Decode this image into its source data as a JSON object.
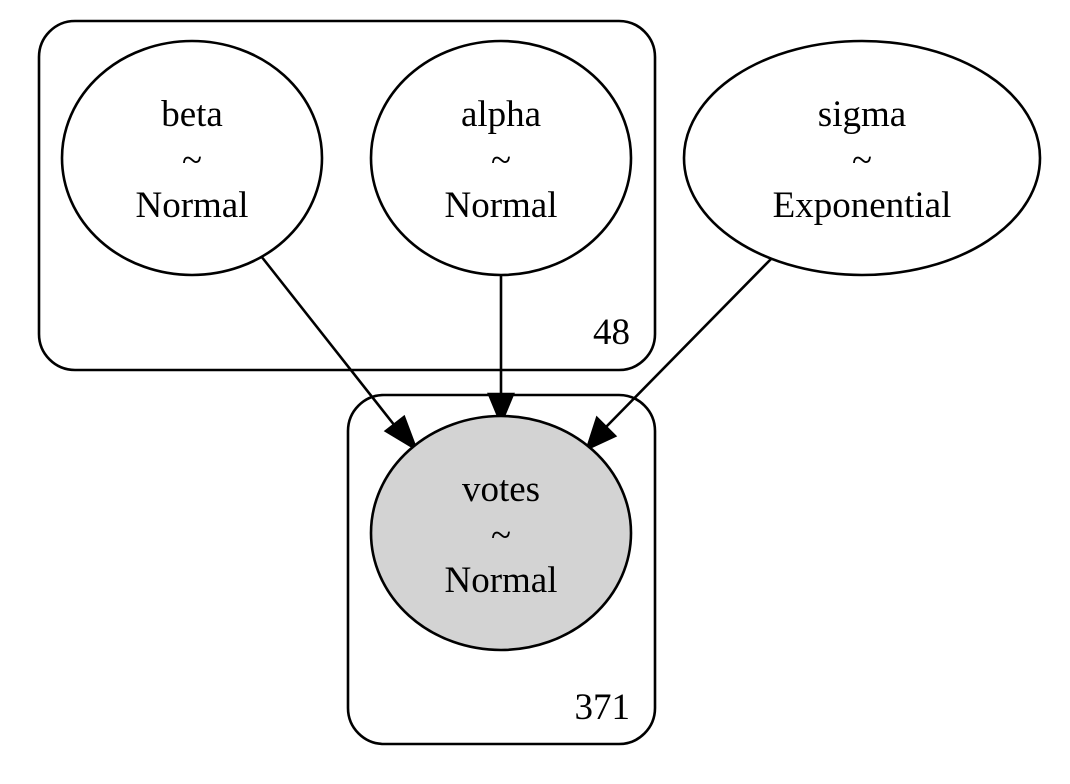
{
  "diagram": {
    "plates": {
      "parameters": {
        "count_label": "48"
      },
      "observations": {
        "count_label": "371"
      }
    },
    "nodes": {
      "beta": {
        "name": "beta",
        "tilde": "~",
        "distribution": "Normal",
        "fill": "#ffffff"
      },
      "alpha": {
        "name": "alpha",
        "tilde": "~",
        "distribution": "Normal",
        "fill": "#ffffff"
      },
      "sigma": {
        "name": "sigma",
        "tilde": "~",
        "distribution": "Exponential",
        "fill": "#ffffff"
      },
      "votes": {
        "name": "votes",
        "tilde": "~",
        "distribution": "Normal",
        "fill": "#d3d3d3",
        "observed": true
      }
    },
    "edges": [
      {
        "from": "beta",
        "to": "votes"
      },
      {
        "from": "alpha",
        "to": "votes"
      },
      {
        "from": "sigma",
        "to": "votes"
      }
    ]
  }
}
